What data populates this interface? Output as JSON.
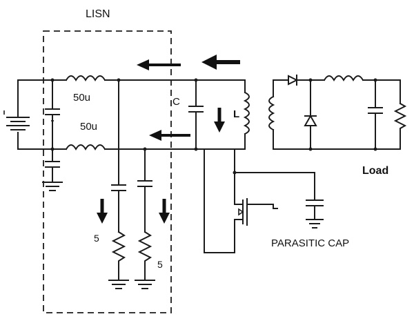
{
  "labels": {
    "lisn": "LISN",
    "inductor_top": "50u",
    "inductor_bottom": "50u",
    "capacitor_c": "C",
    "inductor_l": "L",
    "load": "Load",
    "parasitic_cap": "PARASITIC CAP",
    "resistor_left": "5",
    "resistor_right": "5"
  },
  "colors": {
    "wire": "#1a1a1a",
    "background": "#ffffff"
  }
}
